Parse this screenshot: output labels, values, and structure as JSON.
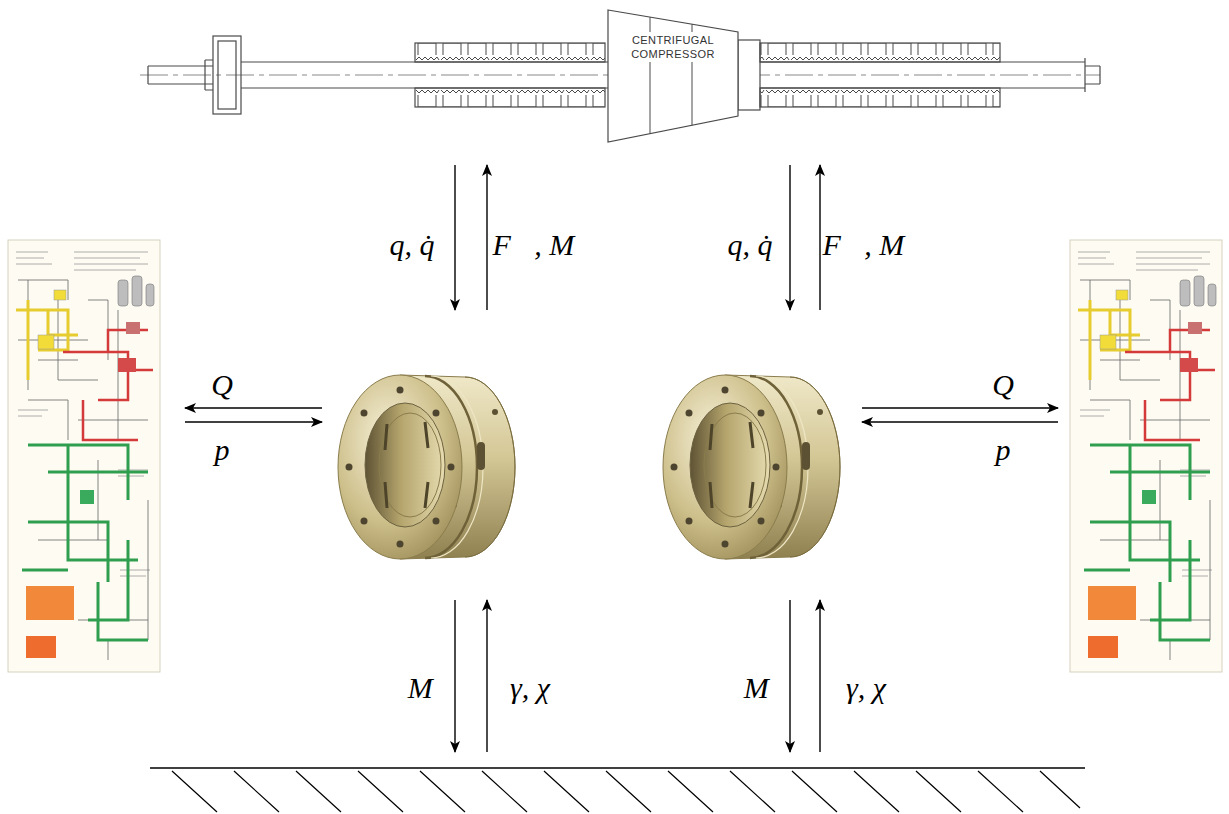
{
  "diagram": {
    "nodes": [
      {
        "text": [
          "CENTRIFUGAL COMPRESSOR"
        ]
      }
    ],
    "labels": [
      "q, q̇",
      "F⃗, M⃗",
      "q, q̇",
      "F⃗, M⃗",
      "Q",
      "p",
      "Q",
      "p",
      "M⃗",
      "γ, χ",
      "M⃗",
      "γ, χ"
    ]
  }
}
